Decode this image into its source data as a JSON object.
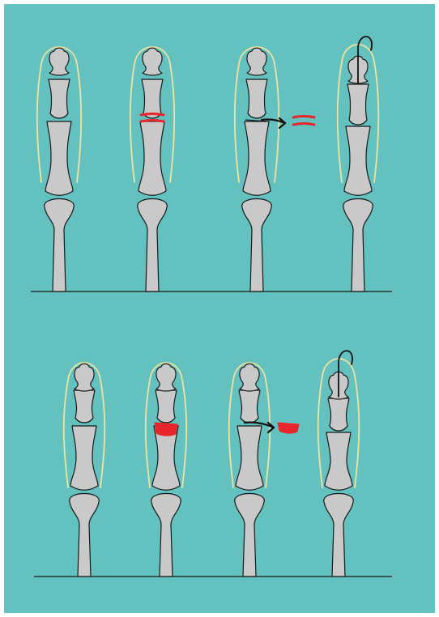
{
  "colors": {
    "background": "#63c1bf",
    "frame": "#ffffff",
    "bone_fill": "#c9c9c9",
    "bone_stroke": "#1a1a1a",
    "soft_tissue": "#efe3a0",
    "cut_mark": "#e8262b",
    "arrow": "#111111",
    "baseline": "#1a1a1a"
  },
  "rows": [
    {
      "name": "top-row",
      "defect": "saw-cuts",
      "steps": [
        {
          "step": "intact",
          "icons": [
            "finger-icon"
          ]
        },
        {
          "step": "cut-lines-marked",
          "icons": [
            "finger-icon",
            "cut-lines-icon"
          ]
        },
        {
          "step": "segment-removed",
          "icons": [
            "finger-icon",
            "arrow-icon",
            "removed-segment-icon"
          ]
        },
        {
          "step": "shortened-with-pin",
          "icons": [
            "finger-icon",
            "k-wire-icon"
          ]
        }
      ]
    },
    {
      "name": "bottom-row",
      "defect": "wedge",
      "steps": [
        {
          "step": "intact",
          "icons": [
            "finger-icon"
          ]
        },
        {
          "step": "wedge-marked",
          "icons": [
            "finger-icon",
            "wedge-icon"
          ]
        },
        {
          "step": "wedge-removed",
          "icons": [
            "finger-icon",
            "arrow-icon",
            "removed-wedge-icon"
          ]
        },
        {
          "step": "shortened-with-pin",
          "icons": [
            "finger-icon",
            "k-wire-icon"
          ]
        }
      ]
    }
  ]
}
